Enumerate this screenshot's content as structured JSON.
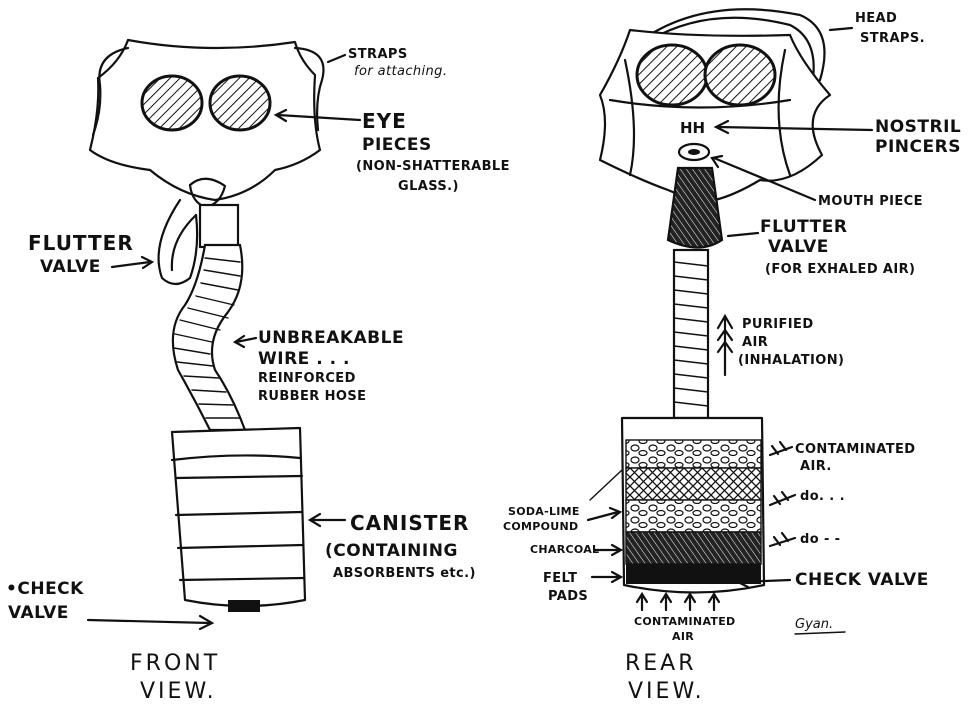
{
  "front": {
    "straps": "STRAPS",
    "straps_sub": "for attaching.",
    "eye_1": "EYE",
    "eye_2": "PIECES",
    "eye_3": "(NON-SHATTERABLE",
    "eye_4": "GLASS.)",
    "flutter_1": "FLUTTER",
    "flutter_2": "VALVE",
    "hose_1": "UNBREAKABLE",
    "hose_2": "WIRE  . . .",
    "hose_3": "REINFORCED",
    "hose_4": "RUBBER HOSE",
    "canister_1": "CANISTER",
    "canister_2": "(CONTAINING",
    "canister_3": "ABSORBENTS etc.)",
    "check_1": "•CHECK",
    "check_2": "VALVE",
    "caption_1": "FRONT",
    "caption_2": "VIEW."
  },
  "rear": {
    "head_1": "HEAD",
    "head_2": "STRAPS.",
    "nostril_1": "NOSTRIL",
    "nostril_2": "PINCERS",
    "mouth": "MOUTH PIECE",
    "flutter_1": "FLUTTER",
    "flutter_2": "VALVE",
    "flutter_3": "(FOR EXHALED AIR)",
    "purified_1": "PURIFIED",
    "purified_2": "AIR",
    "purified_3": "(INHALATION)",
    "contam_1": "CONTAMINATED",
    "contam_2": "AIR.",
    "do_1": "do.   .   .",
    "do_2": "do  -   -",
    "soda_1": "SODA-LIME",
    "soda_2": "COMPOUND",
    "charcoal": "CHARCOAL",
    "felt_1": "FELT",
    "felt_2": "PADS",
    "check": "CHECK VALVE",
    "bottom_1": "CONTAMINATED",
    "bottom_2": "AIR",
    "caption_1": "REAR",
    "caption_2": "VIEW."
  },
  "signature": "Gyan."
}
